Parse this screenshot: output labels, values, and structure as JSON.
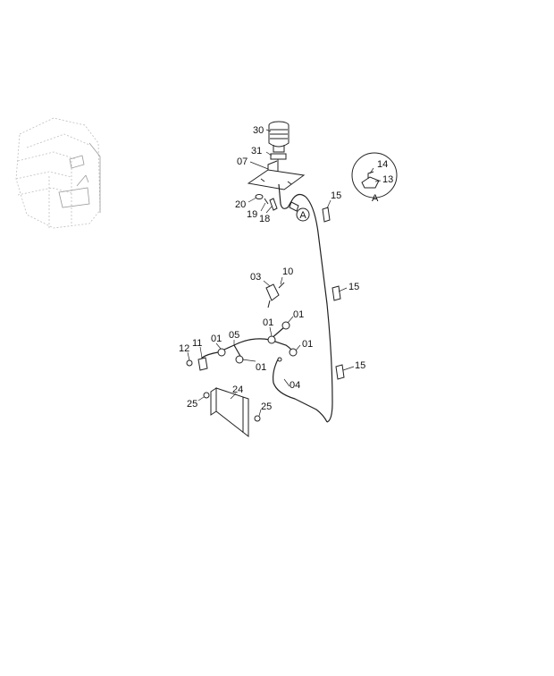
{
  "labels": {
    "p30": "30",
    "p31": "31",
    "p07": "07",
    "p20": "20",
    "p19": "19",
    "p18": "18",
    "p15a": "15",
    "p15b": "15",
    "p15c": "15",
    "p14": "14",
    "p13": "13",
    "detailA": "A",
    "calloutA": "A",
    "p03": "03",
    "p10": "10",
    "p01a": "01",
    "p01b": "01",
    "p01c": "01",
    "p01d": "01",
    "p01e": "01",
    "p05": "05",
    "p12": "12",
    "p11": "11",
    "p04": "04",
    "p24": "24",
    "p25a": "25",
    "p25b": "25"
  }
}
